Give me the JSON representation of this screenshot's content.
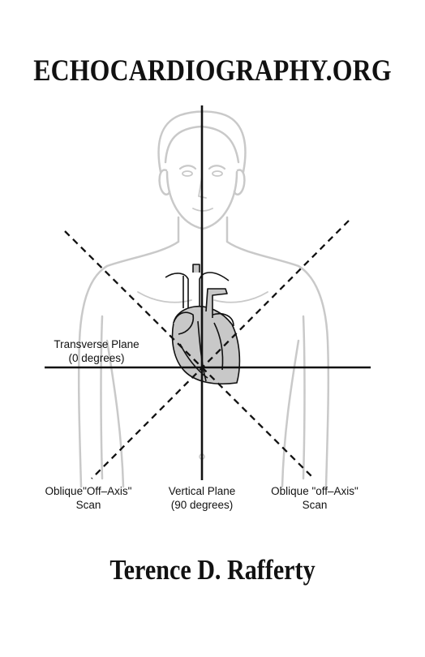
{
  "title": "ECHOCARDIOGRAPHY.ORG",
  "author": "Terence D. Rafferty",
  "labels": {
    "transverse": {
      "line1": "Transverse Plane",
      "line2": "(0 degrees)"
    },
    "oblique_left": {
      "line1": "Oblique\"Off–Axis\"",
      "line2": "Scan"
    },
    "vertical": {
      "line1": "Vertical Plane",
      "line2": "(90 degrees)"
    },
    "oblique_right": {
      "line1": "Oblique \"off–Axis\"",
      "line2": "Scan"
    }
  },
  "illustration": {
    "figure": "human-torso-outline",
    "organ": "heart-icon"
  }
}
